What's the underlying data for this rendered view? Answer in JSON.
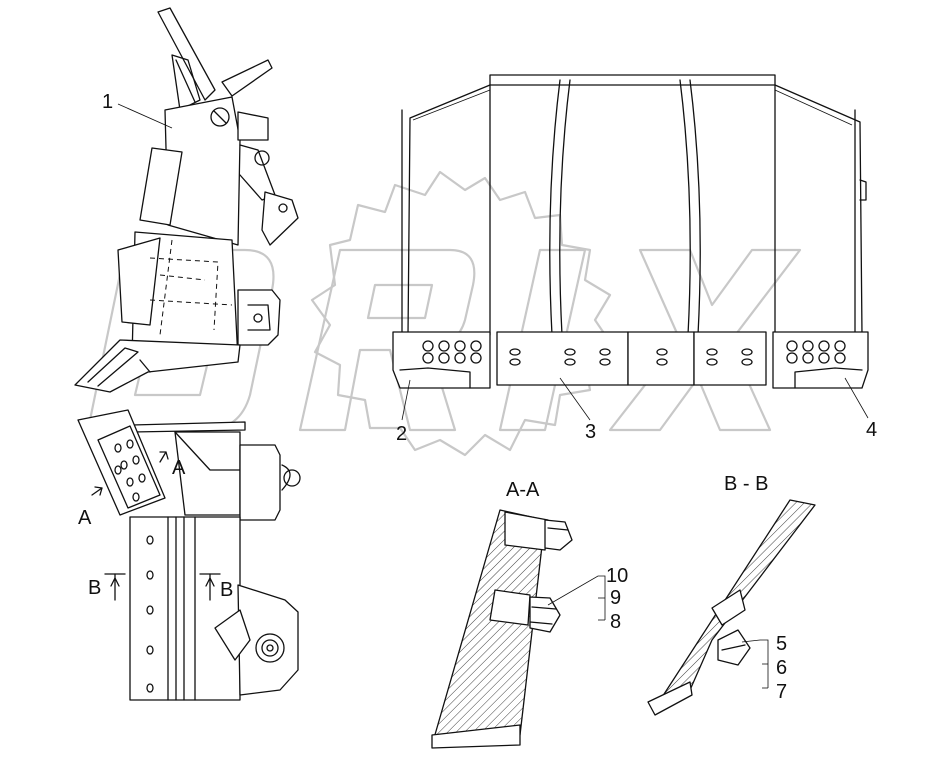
{
  "watermark": {
    "text": "ORIX"
  },
  "callouts": {
    "c1": "1",
    "c2": "2",
    "c3": "3",
    "c4": "4",
    "c5": "5",
    "c6": "6",
    "c7": "7",
    "c8": "8",
    "c9": "9",
    "c10": "10"
  },
  "section_titles": {
    "aa": "A-A",
    "bb": "B - B"
  },
  "section_marks": {
    "a_left": "A",
    "a_right": "A",
    "b_left": "B",
    "b_right": "B"
  }
}
